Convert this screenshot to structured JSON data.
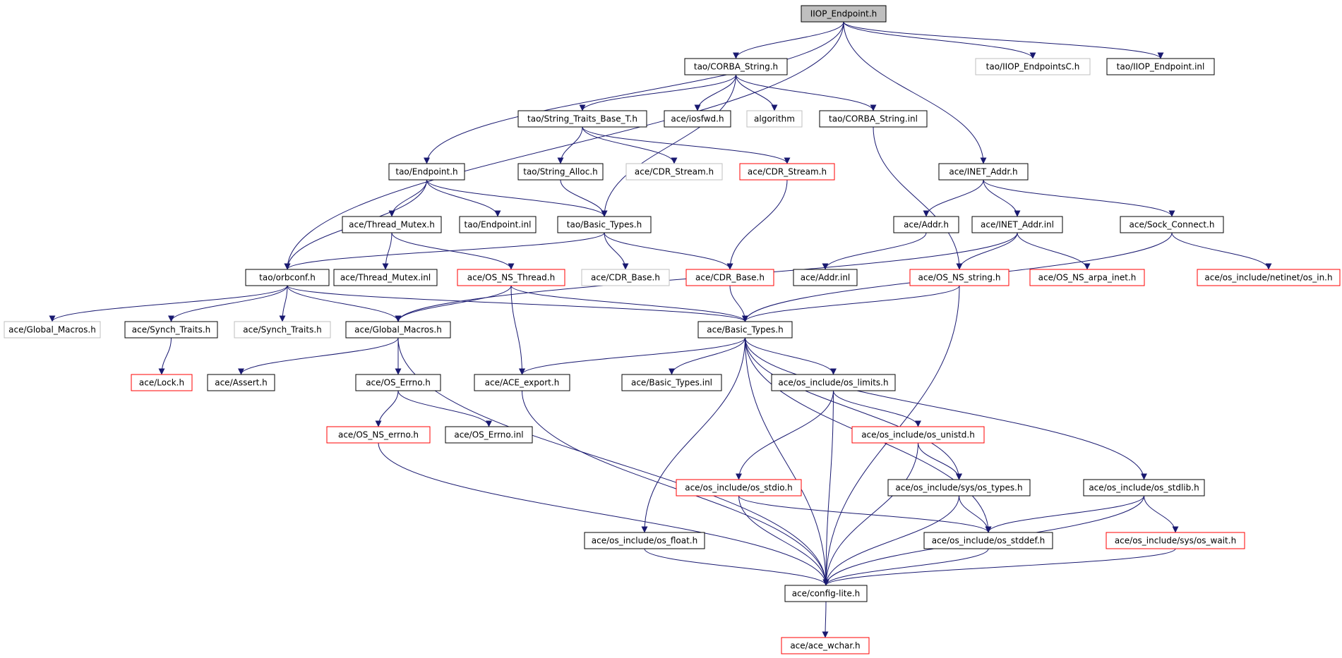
{
  "colors": {
    "edge": "#191970",
    "arrow": "#191970",
    "root_fill": "#bfbfbf",
    "normal_border": "#000000",
    "truncated_border": "#ff0000",
    "external_border": "#bfbfbf",
    "text": "#000000"
  },
  "nodes": [
    {
      "id": "root",
      "label": "IIOP_Endpoint.h",
      "style": "root"
    },
    {
      "id": "corba_string_h",
      "label": "tao/CORBA_String.h",
      "style": "normal"
    },
    {
      "id": "iiop_endpointsc",
      "label": "tao/IIOP_EndpointsC.h",
      "style": "external"
    },
    {
      "id": "iiop_endpoint_inl",
      "label": "tao/IIOP_Endpoint.inl",
      "style": "normal"
    },
    {
      "id": "string_traits",
      "label": "tao/String_Traits_Base_T.h",
      "style": "normal"
    },
    {
      "id": "iosfwd",
      "label": "ace/iosfwd.h",
      "style": "normal"
    },
    {
      "id": "algorithm",
      "label": "algorithm",
      "style": "external"
    },
    {
      "id": "corba_string_inl",
      "label": "tao/CORBA_String.inl",
      "style": "normal"
    },
    {
      "id": "tao_endpoint_h",
      "label": "tao/Endpoint.h",
      "style": "normal"
    },
    {
      "id": "string_alloc",
      "label": "tao/String_Alloc.h",
      "style": "normal"
    },
    {
      "id": "cdr_stream_ext",
      "label": "ace/CDR_Stream.h",
      "style": "external"
    },
    {
      "id": "cdr_stream_red",
      "label": "ace/CDR_Stream.h",
      "style": "truncated"
    },
    {
      "id": "inet_addr_h",
      "label": "ace/INET_Addr.h",
      "style": "normal"
    },
    {
      "id": "thread_mutex_h",
      "label": "ace/Thread_Mutex.h",
      "style": "normal"
    },
    {
      "id": "tao_endpoint_inl",
      "label": "tao/Endpoint.inl",
      "style": "normal"
    },
    {
      "id": "tao_basic_types",
      "label": "tao/Basic_Types.h",
      "style": "normal"
    },
    {
      "id": "addr_h",
      "label": "ace/Addr.h",
      "style": "normal"
    },
    {
      "id": "inet_addr_inl",
      "label": "ace/INET_Addr.inl",
      "style": "normal"
    },
    {
      "id": "sock_connect",
      "label": "ace/Sock_Connect.h",
      "style": "normal"
    },
    {
      "id": "orbconf",
      "label": "tao/orbconf.h",
      "style": "normal"
    },
    {
      "id": "thread_mutex_inl",
      "label": "ace/Thread_Mutex.inl",
      "style": "normal"
    },
    {
      "id": "os_ns_thread",
      "label": "ace/OS_NS_Thread.h",
      "style": "truncated"
    },
    {
      "id": "cdr_base_ext",
      "label": "ace/CDR_Base.h",
      "style": "external"
    },
    {
      "id": "cdr_base_red",
      "label": "ace/CDR_Base.h",
      "style": "truncated"
    },
    {
      "id": "addr_inl",
      "label": "ace/Addr.inl",
      "style": "normal"
    },
    {
      "id": "os_ns_string",
      "label": "ace/OS_NS_string.h",
      "style": "truncated"
    },
    {
      "id": "os_ns_arpa",
      "label": "ace/OS_NS_arpa_inet.h",
      "style": "truncated"
    },
    {
      "id": "netinet",
      "label": "ace/os_include/netinet/os_in.h",
      "style": "truncated"
    },
    {
      "id": "global_macros_ext",
      "label": "ace/Global_Macros.h",
      "style": "external"
    },
    {
      "id": "synch_traits_h",
      "label": "ace/Synch_Traits.h",
      "style": "normal"
    },
    {
      "id": "synch_traits_ext",
      "label": "ace/Synch_Traits.h",
      "style": "external"
    },
    {
      "id": "global_macros_h",
      "label": "ace/Global_Macros.h",
      "style": "normal"
    },
    {
      "id": "ace_basic_types",
      "label": "ace/Basic_Types.h",
      "style": "normal"
    },
    {
      "id": "lock_h",
      "label": "ace/Lock.h",
      "style": "truncated"
    },
    {
      "id": "assert_h",
      "label": "ace/Assert.h",
      "style": "normal"
    },
    {
      "id": "os_errno_h",
      "label": "ace/OS_Errno.h",
      "style": "normal"
    },
    {
      "id": "ace_export",
      "label": "ace/ACE_export.h",
      "style": "normal"
    },
    {
      "id": "basic_types_inl",
      "label": "ace/Basic_Types.inl",
      "style": "normal"
    },
    {
      "id": "os_limits",
      "label": "ace/os_include/os_limits.h",
      "style": "normal"
    },
    {
      "id": "os_ns_errno",
      "label": "ace/OS_NS_errno.h",
      "style": "truncated"
    },
    {
      "id": "os_errno_inl",
      "label": "ace/OS_Errno.inl",
      "style": "normal"
    },
    {
      "id": "os_unistd",
      "label": "ace/os_include/os_unistd.h",
      "style": "truncated"
    },
    {
      "id": "os_stdio",
      "label": "ace/os_include/os_stdio.h",
      "style": "truncated"
    },
    {
      "id": "os_types",
      "label": "ace/os_include/sys/os_types.h",
      "style": "normal"
    },
    {
      "id": "os_stdlib",
      "label": "ace/os_include/os_stdlib.h",
      "style": "normal"
    },
    {
      "id": "os_float",
      "label": "ace/os_include/os_float.h",
      "style": "normal"
    },
    {
      "id": "os_stddef",
      "label": "ace/os_include/os_stddef.h",
      "style": "normal"
    },
    {
      "id": "os_wait",
      "label": "ace/os_include/sys/os_wait.h",
      "style": "truncated"
    },
    {
      "id": "config_lite",
      "label": "ace/config-lite.h",
      "style": "normal"
    },
    {
      "id": "ace_wchar",
      "label": "ace/ace_wchar.h",
      "style": "truncated"
    }
  ],
  "edges": [
    [
      "root",
      "corba_string_h"
    ],
    [
      "root",
      "iiop_endpointsc"
    ],
    [
      "root",
      "iiop_endpoint_inl"
    ],
    [
      "root",
      "tao_endpoint_h"
    ],
    [
      "root",
      "inet_addr_h"
    ],
    [
      "root",
      "orbconf"
    ],
    [
      "corba_string_h",
      "string_traits"
    ],
    [
      "corba_string_h",
      "iosfwd"
    ],
    [
      "corba_string_h",
      "algorithm"
    ],
    [
      "corba_string_h",
      "corba_string_inl"
    ],
    [
      "corba_string_h",
      "tao_basic_types"
    ],
    [
      "string_traits",
      "string_alloc"
    ],
    [
      "string_traits",
      "cdr_stream_ext"
    ],
    [
      "string_traits",
      "cdr_stream_red"
    ],
    [
      "string_alloc",
      "tao_basic_types"
    ],
    [
      "corba_string_inl",
      "os_ns_string"
    ],
    [
      "cdr_stream_red",
      "cdr_base_red"
    ],
    [
      "tao_endpoint_h",
      "thread_mutex_h"
    ],
    [
      "tao_endpoint_h",
      "tao_endpoint_inl"
    ],
    [
      "tao_endpoint_h",
      "tao_basic_types"
    ],
    [
      "tao_endpoint_h",
      "orbconf"
    ],
    [
      "thread_mutex_h",
      "thread_mutex_inl"
    ],
    [
      "thread_mutex_h",
      "os_ns_thread"
    ],
    [
      "tao_basic_types",
      "orbconf"
    ],
    [
      "tao_basic_types",
      "cdr_base_ext"
    ],
    [
      "tao_basic_types",
      "cdr_base_red"
    ],
    [
      "inet_addr_h",
      "addr_h"
    ],
    [
      "inet_addr_h",
      "inet_addr_inl"
    ],
    [
      "inet_addr_h",
      "sock_connect"
    ],
    [
      "addr_h",
      "addr_inl"
    ],
    [
      "inet_addr_inl",
      "global_macros_h"
    ],
    [
      "inet_addr_inl",
      "os_ns_string"
    ],
    [
      "inet_addr_inl",
      "os_ns_arpa"
    ],
    [
      "sock_connect",
      "netinet"
    ],
    [
      "sock_connect",
      "ace_basic_types"
    ],
    [
      "orbconf",
      "global_macros_ext"
    ],
    [
      "orbconf",
      "synch_traits_h"
    ],
    [
      "orbconf",
      "synch_traits_ext"
    ],
    [
      "orbconf",
      "global_macros_h"
    ],
    [
      "orbconf",
      "ace_basic_types"
    ],
    [
      "os_ns_thread",
      "global_macros_h"
    ],
    [
      "os_ns_thread",
      "ace_basic_types"
    ],
    [
      "os_ns_thread",
      "ace_export"
    ],
    [
      "cdr_base_red",
      "ace_basic_types"
    ],
    [
      "os_ns_string",
      "ace_basic_types"
    ],
    [
      "os_ns_string",
      "config_lite"
    ],
    [
      "synch_traits_h",
      "lock_h"
    ],
    [
      "global_macros_h",
      "assert_h"
    ],
    [
      "global_macros_h",
      "os_errno_h"
    ],
    [
      "global_macros_h",
      "config_lite"
    ],
    [
      "os_errno_h",
      "os_ns_errno"
    ],
    [
      "os_errno_h",
      "os_errno_inl"
    ],
    [
      "os_ns_errno",
      "config_lite"
    ],
    [
      "ace_export",
      "config_lite"
    ],
    [
      "ace_basic_types",
      "ace_export"
    ],
    [
      "ace_basic_types",
      "basic_types_inl"
    ],
    [
      "ace_basic_types",
      "os_limits"
    ],
    [
      "ace_basic_types",
      "os_float"
    ],
    [
      "ace_basic_types",
      "config_lite"
    ],
    [
      "ace_basic_types",
      "os_types"
    ],
    [
      "ace_basic_types",
      "os_stddef"
    ],
    [
      "ace_basic_types",
      "os_stdlib"
    ],
    [
      "os_limits",
      "os_unistd"
    ],
    [
      "os_limits",
      "os_stdio"
    ],
    [
      "os_limits",
      "config_lite"
    ],
    [
      "os_unistd",
      "os_types"
    ],
    [
      "os_unistd",
      "config_lite"
    ],
    [
      "os_stdio",
      "os_stddef"
    ],
    [
      "os_stdio",
      "config_lite"
    ],
    [
      "os_types",
      "os_stddef"
    ],
    [
      "os_types",
      "config_lite"
    ],
    [
      "os_stdlib",
      "os_stddef"
    ],
    [
      "os_stdlib",
      "os_wait"
    ],
    [
      "os_stdlib",
      "config_lite"
    ],
    [
      "os_float",
      "config_lite"
    ],
    [
      "os_stddef",
      "config_lite"
    ],
    [
      "os_wait",
      "config_lite"
    ],
    [
      "config_lite",
      "ace_wchar"
    ]
  ]
}
